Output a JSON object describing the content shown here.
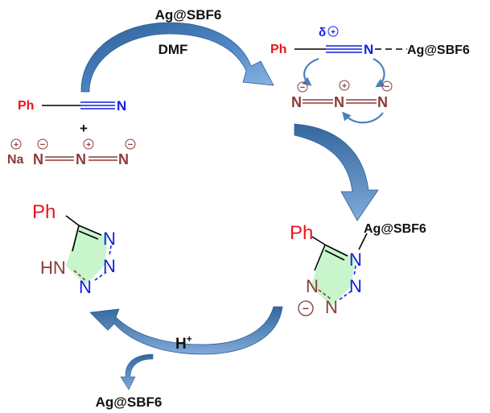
{
  "labels": {
    "catalyst_top": "Ag@SBF6",
    "solvent": "DMF",
    "plus": "+",
    "proton": "H",
    "proton_sup": "+",
    "catalyst_bottom": "Ag@SBF6"
  },
  "benzonitrile": {
    "ph": "Ph",
    "n": "N"
  },
  "sodium_azide": {
    "na": "Na",
    "n1": "N",
    "n2": "N",
    "n3": "N",
    "charge_na": "+",
    "charge_n1": "−",
    "charge_n2": "+",
    "charge_n3": "−"
  },
  "complex": {
    "ph": "Ph",
    "n": "N",
    "ag": "Ag@SBF6",
    "delta": "δ",
    "delta_charge": "+",
    "azide": {
      "n1": "N",
      "n2": "N",
      "n3": "N",
      "c1": "−",
      "c2": "+",
      "c3": "−"
    }
  },
  "ag_tetrazolate": {
    "ph": "Ph",
    "ag": "Ag@SBF6",
    "n1": "N",
    "n2": "N",
    "n3": "N",
    "n4": "N",
    "charge": "−"
  },
  "tetrazole": {
    "ph": "Ph",
    "n1": "N",
    "n2": "N",
    "n3": "N",
    "hn": "HN"
  },
  "colors": {
    "ph_red": "#e8141e",
    "nitrile_blue": "#1020e0",
    "azide_brown": "#8b3a3a",
    "ring_fill": "#c8f5cc",
    "arrow_blue": "#4a7fbf"
  }
}
